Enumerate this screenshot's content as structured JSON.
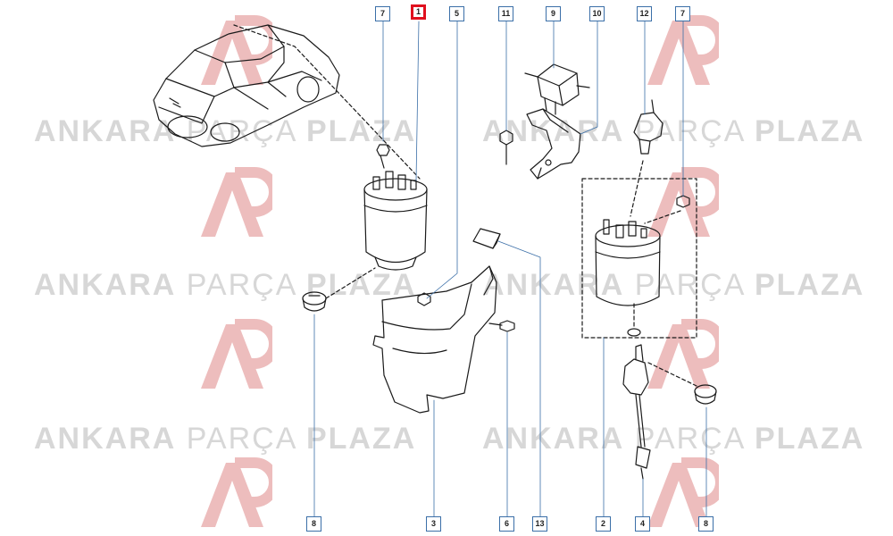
{
  "watermark": {
    "brand_part1": "ANKARA",
    "brand_part2": "PARÇA",
    "brand_part3": "PLAZA"
  },
  "callouts": [
    {
      "id": "c1",
      "label": "1",
      "selected": true
    },
    {
      "id": "c7a",
      "label": "7"
    },
    {
      "id": "c5",
      "label": "5"
    },
    {
      "id": "c11",
      "label": "11"
    },
    {
      "id": "c9",
      "label": "9"
    },
    {
      "id": "c10",
      "label": "10"
    },
    {
      "id": "c12",
      "label": "12"
    },
    {
      "id": "c7b",
      "label": "7"
    },
    {
      "id": "c8a",
      "label": "8"
    },
    {
      "id": "c3",
      "label": "3"
    },
    {
      "id": "c6",
      "label": "6"
    },
    {
      "id": "c13",
      "label": "13"
    },
    {
      "id": "c2",
      "label": "2"
    },
    {
      "id": "c4",
      "label": "4"
    },
    {
      "id": "c8b",
      "label": "8"
    }
  ],
  "colors": {
    "callout_border": "#3b6fa8",
    "selected_border": "#e0101e",
    "line": "#1a1a1a",
    "watermark": "#d7d7d7",
    "logo": "#e36a6a"
  }
}
